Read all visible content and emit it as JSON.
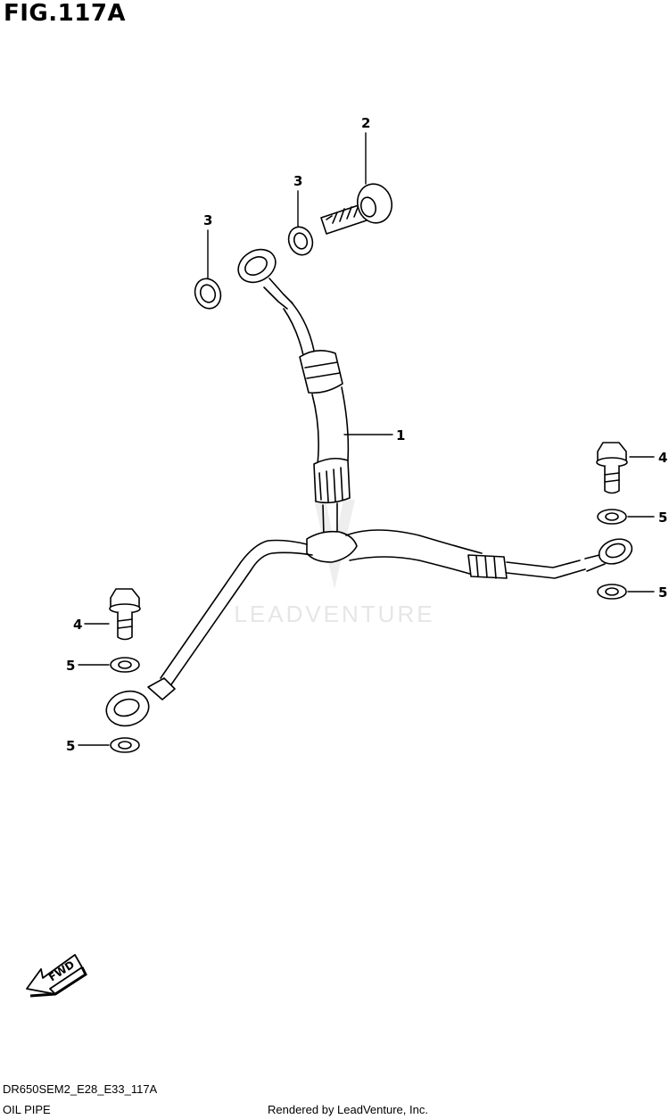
{
  "figure": {
    "title": "FIG.117A",
    "diagram_code": "DR650SEM2_E28_E33_117A",
    "name": "OIL PIPE",
    "rendered_by": "Rendered by LeadVenture, Inc."
  },
  "watermark": {
    "text": "LEADVENTURE"
  },
  "fwd_label": "FWD",
  "callouts": {
    "c1": "1",
    "c2": "2",
    "c3a": "3",
    "c3b": "3",
    "c4a": "4",
    "c4b": "4",
    "c5a": "5",
    "c5b": "5",
    "c5c": "5",
    "c5d": "5"
  },
  "colors": {
    "line": "#000000",
    "watermark": "#e6e6e6"
  }
}
